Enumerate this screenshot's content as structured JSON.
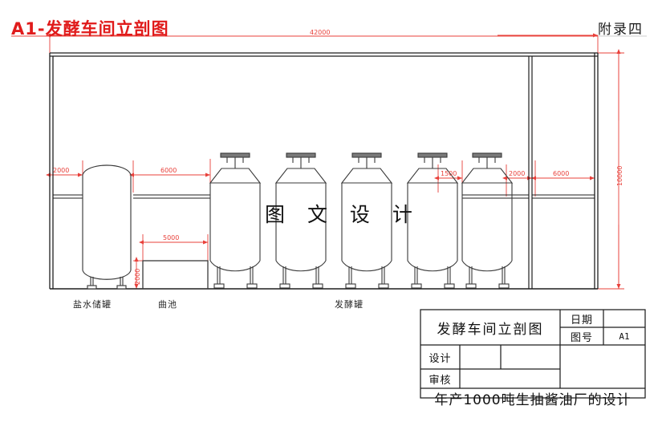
{
  "drawing": {
    "heading": "A1-发酵车间立剖图",
    "appendix": "附录四",
    "watermark": "图 文 设 计",
    "colors": {
      "dimension": "#e8403a",
      "heading": "#e01b1b",
      "line": "#1a1a1a"
    }
  },
  "dimensions": {
    "overall_width": "42000",
    "overall_height": "10000",
    "brine_left_offset": "2000",
    "brine_to_koji": "6000",
    "koji_pool_width": "5000",
    "koji_pool_height": "2000",
    "tank_to_wall": "1500",
    "partition_offset": "2000",
    "right_bay": "6000"
  },
  "equipment_labels": [
    {
      "name": "盐水储罐"
    },
    {
      "name": "曲池"
    },
    {
      "name": "发酵罐"
    }
  ],
  "title_block": {
    "drawing_name": "发酵车间立剖图",
    "date_label": "日期",
    "date_value": "",
    "number_label": "图号",
    "number_value": "A1",
    "designer_label": "设计",
    "designer_value": "",
    "designer_value2": "",
    "reviewer_label": "审核",
    "reviewer_value": "",
    "project_title": "年产1000吨生抽酱油厂的设计"
  }
}
